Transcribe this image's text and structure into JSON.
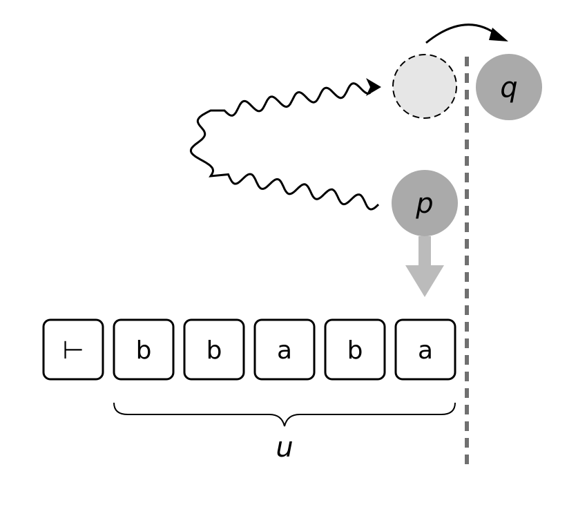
{
  "tape": {
    "cells": [
      "⊢",
      "b",
      "b",
      "a",
      "b",
      "a"
    ]
  },
  "states": {
    "p": "p",
    "q": "q"
  },
  "brace": {
    "label": "u"
  },
  "colors": {
    "state_fill": "#aaaaaa",
    "ghost_fill": "#e6e6e6",
    "head_arrow": "#bbbbbb",
    "boundary_line": "#707070",
    "stroke": "#000000"
  }
}
